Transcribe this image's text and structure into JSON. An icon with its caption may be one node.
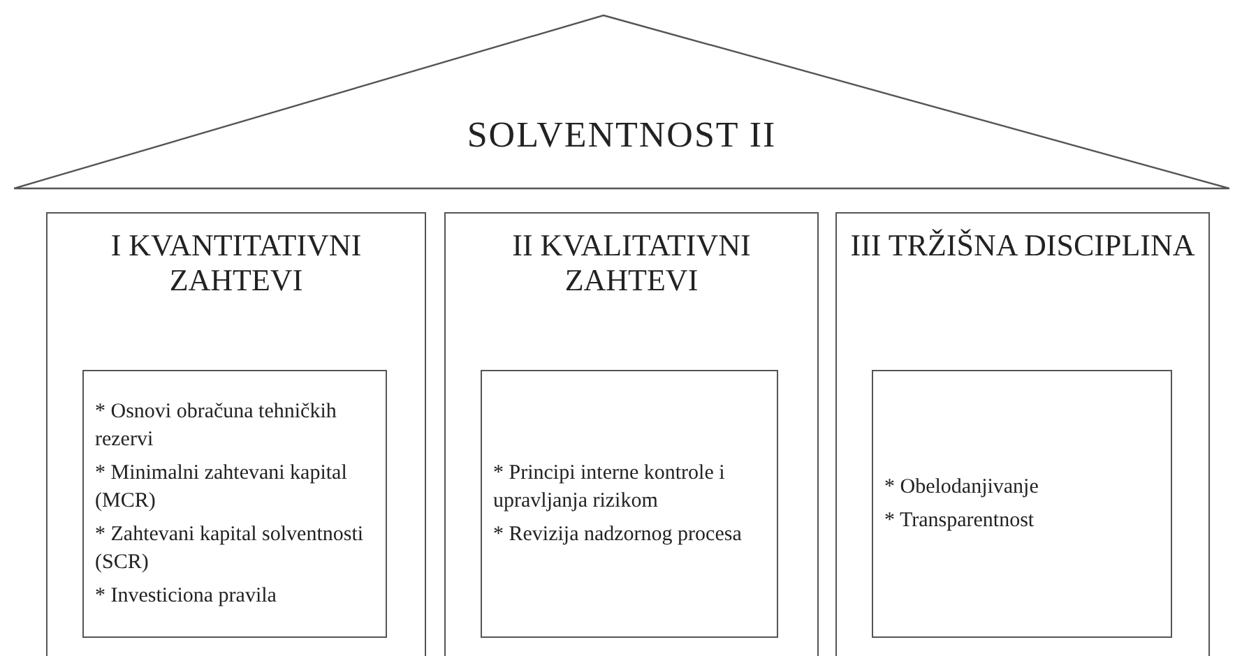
{
  "diagram": {
    "nodes": [
      {
        "text": [
          "SOLVENTNOST II"
        ]
      },
      {
        "text": [
          "I KVANTITATIVNI ZAHTEVI"
        ]
      },
      {
        "text": [
          "* Osnovi obračuna tehničkih rezervi",
          "* Minimalni zahtevani kapital (MCR)",
          "* Zahtevani kapital solventnosti (SCR)",
          "* Investiciona pravila"
        ],
        "in": 1
      },
      {
        "text": [
          "II KVALITATIVNI ZAHTEVI"
        ]
      },
      {
        "text": [
          "* Principi interne kontrole i upravljanja rizikom",
          "* Revizija nadzornog procesa"
        ],
        "in": 3
      },
      {
        "text": [
          "III TRŽIŠNA DISCIPLINA"
        ]
      },
      {
        "text": [
          "* Obelodanjivanje",
          "* Transparentnost"
        ],
        "in": 5
      }
    ]
  }
}
